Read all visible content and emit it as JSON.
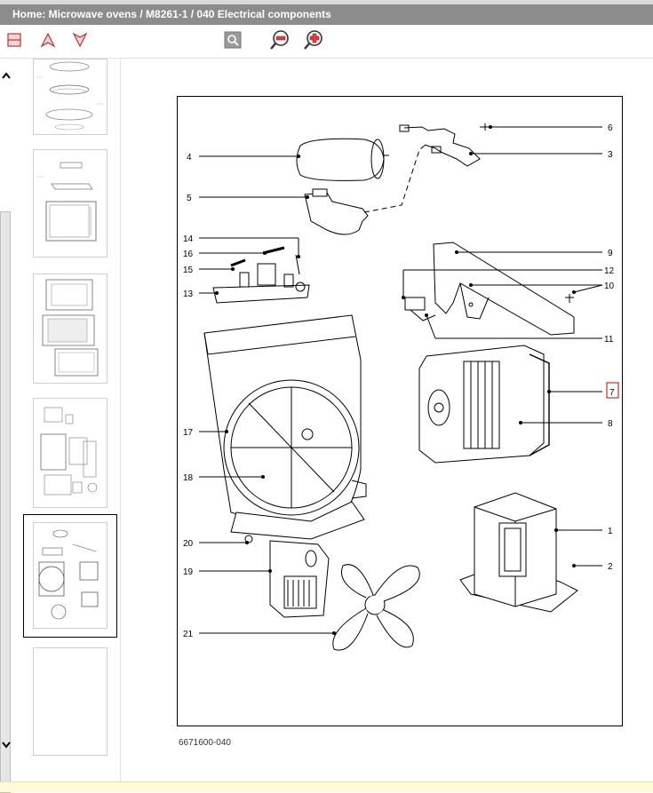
{
  "breadcrumb": "Home: Microwave ovens / M8261-1 / 040 Electrical components",
  "toolbar": {
    "buttons": [
      "layout-icon",
      "arrow-up-icon",
      "arrow-down-icon",
      "search-icon",
      "zoom-out-icon",
      "zoom-in-icon"
    ]
  },
  "diagram": {
    "document_number": "6671600-040",
    "callouts": [
      "1",
      "2",
      "3",
      "4",
      "5",
      "6",
      "7",
      "8",
      "9",
      "10",
      "11",
      "12",
      "13",
      "14",
      "15",
      "16",
      "17",
      "18",
      "19",
      "20",
      "21"
    ],
    "highlighted_callout": "7"
  },
  "colors": {
    "titlebar": "#8c8c8c",
    "highlight": "#c00000",
    "footer": "#fffbd9"
  }
}
